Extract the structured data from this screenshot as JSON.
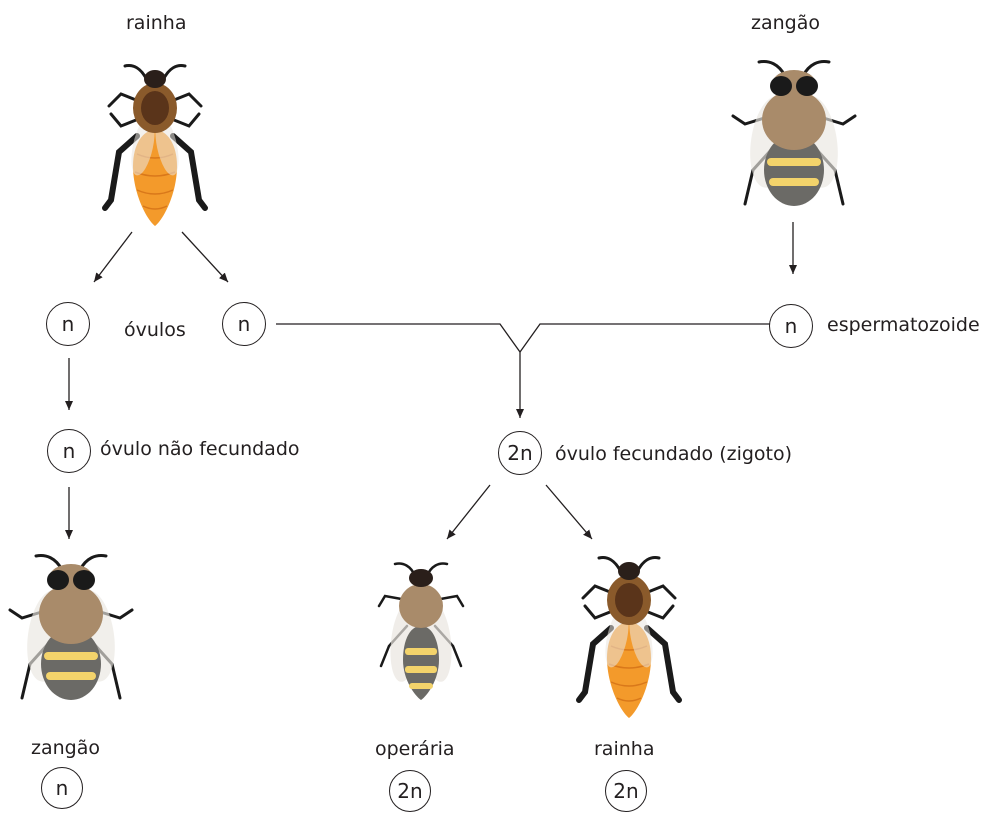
{
  "labels": {
    "queen_top": "rainha",
    "drone_top": "zangão",
    "ovules": "óvulos",
    "sperm": "espermatozoide",
    "unfertilized": "óvulo não fecundado",
    "fertilized": "óvulo fecundado (zigoto)",
    "drone_bottom": "zangão",
    "worker": "operária",
    "queen_bottom": "rainha"
  },
  "ploidy": {
    "ovule_left": "n",
    "ovule_right": "n",
    "sperm": "n",
    "unfertilized": "n",
    "zygote": "2n",
    "drone_bottom": "n",
    "worker": "2n",
    "queen_bottom": "2n"
  },
  "colors": {
    "line": "#231f20",
    "queen_abdomen": "#f39a2b",
    "thorax_brown": "#8a5a2b",
    "drone_fur": "#a98b6a",
    "stripe_yellow": "#f3d36b",
    "wing": "#e9e6e0"
  },
  "icons": [
    "queen-bee-icon",
    "drone-bee-icon",
    "worker-bee-icon"
  ]
}
